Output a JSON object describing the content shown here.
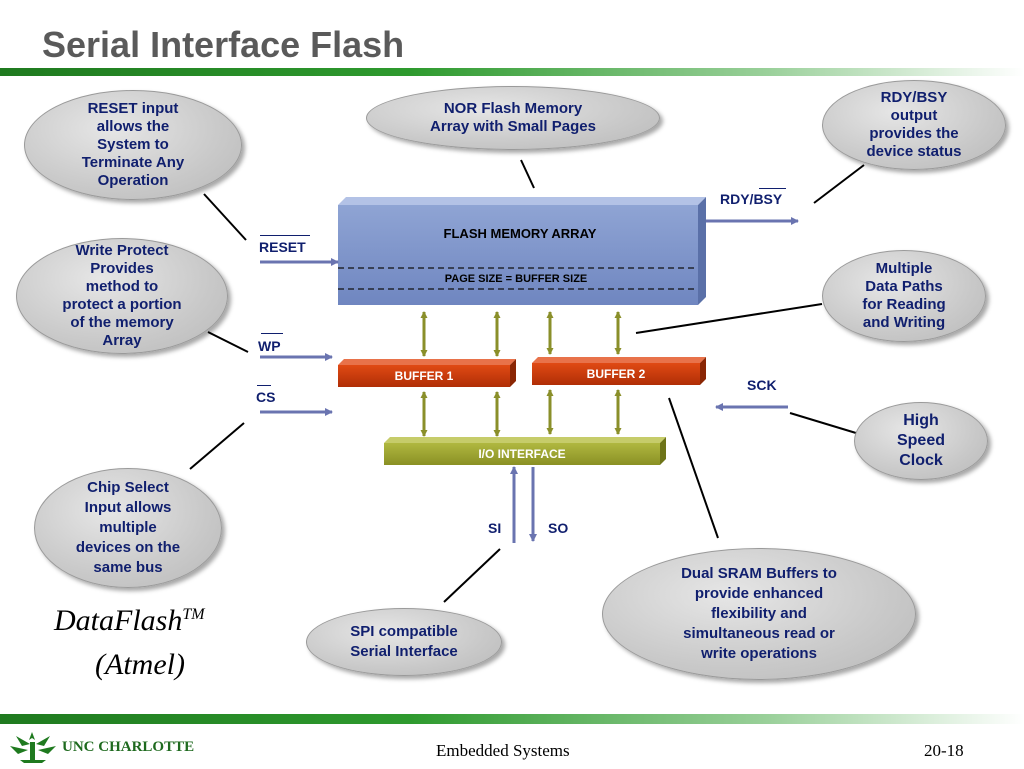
{
  "slide": {
    "title": "Serial Interface Flash",
    "brand_text": "DataFlash",
    "brand_tm": "TM",
    "brand_vendor": "(Atmel)",
    "footer_center": "Embedded Systems",
    "footer_right": "20-18",
    "logo_text": "UNC CHARLOTTE"
  },
  "diagram": {
    "blocks": {
      "flash_array": "FLASH MEMORY ARRAY",
      "page_size": "PAGE SIZE = BUFFER SIZE",
      "buffer1": "BUFFER 1",
      "buffer2": "BUFFER 2",
      "io": "I/O INTERFACE"
    },
    "signals": {
      "rdy_bsy": "RDY/BSY",
      "reset": "RESET",
      "wp": "WP",
      "cs": "CS",
      "sck": "SCK",
      "si": "SI",
      "so": "SO"
    },
    "callouts": {
      "reset": "RESET input\nallows the\nSystem to\nTerminate Any\nOperation",
      "nor": "NOR Flash Memory\nArray with Small Pages",
      "rdybsy": "RDY/BSY\noutput\nprovides the\ndevice status",
      "wp": "Write Protect\nProvides\nmethod to\nprotect a portion\nof the memory\nArray",
      "paths": "Multiple\nData Paths\nfor Reading\nand Writing",
      "clock": "High\nSpeed\nClock",
      "cs": "Chip Select\nInput allows\nmultiple\ndevices on the\nsame bus",
      "sram": "Dual SRAM Buffers to\nprovide enhanced\nflexibility and\nsimultaneous read or\nwrite operations",
      "spi": "SPI compatible\nSerial Interface"
    }
  },
  "colors": {
    "accent_green": "#2e9a2e",
    "label_navy": "#101f6e",
    "flash_blue": "#8096c8",
    "buffer_red": "#c8380a",
    "io_olive": "#9aa230"
  }
}
